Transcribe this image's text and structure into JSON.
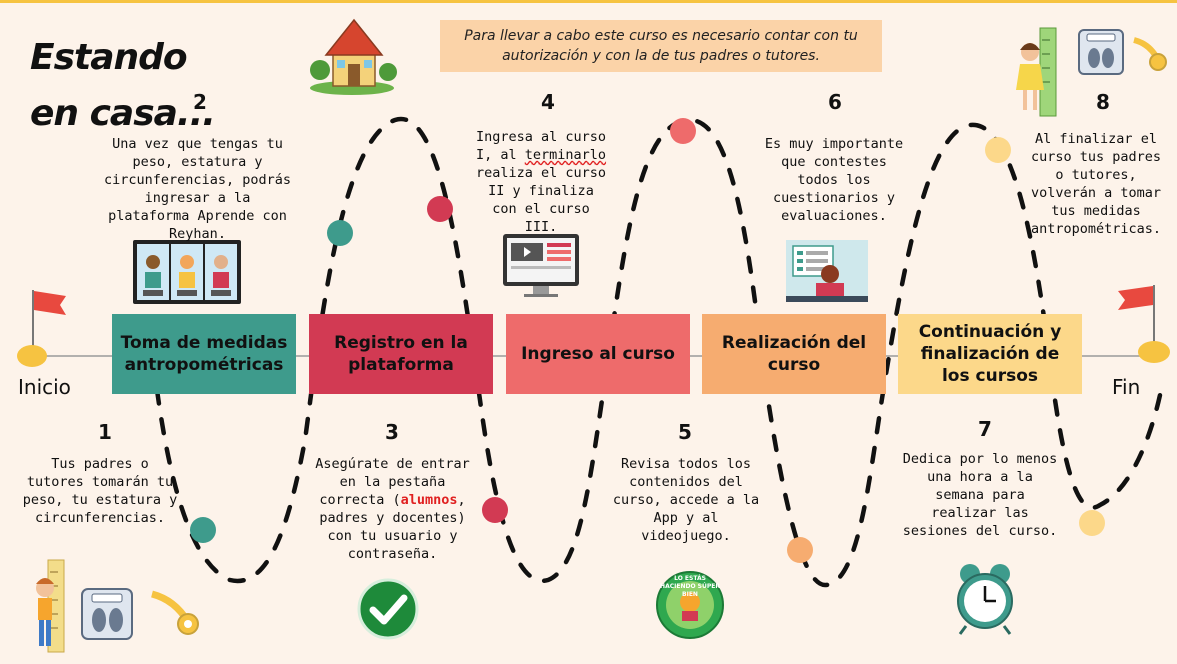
{
  "title": "Estando en casa...",
  "notice": "Para llevar a cabo este curso es necesario contar con tu autorización y con la de tus padres o tutores.",
  "start_label": "Inicio",
  "end_label": "Fin",
  "stages": [
    {
      "label": "Toma de medidas antropométricas",
      "color": "#3e9b8c"
    },
    {
      "label": "Registro en la plataforma",
      "color": "#d23a53"
    },
    {
      "label": "Ingreso al curso",
      "color": "#ee6b6b"
    },
    {
      "label": "Realización del curso",
      "color": "#f6ac70"
    },
    {
      "label": "Continuación y finalización de los cursos",
      "color": "#fcd88a"
    }
  ],
  "steps": [
    {
      "number": "1",
      "text": "Tus padres o tutores tomarán tu peso, tu estatura y circunferencias."
    },
    {
      "number": "2",
      "text": "Una vez que tengas tu peso, estatura y circunferencias, podrás ingresar a la plataforma Aprende con Reyhan."
    },
    {
      "number": "3",
      "text_before": "Asegúrate de entrar en la pestaña correcta (",
      "highlight": "alumnos",
      "text_after": ", padres y docentes) con tu usuario y contraseña."
    },
    {
      "number": "4",
      "text_before": "Ingresa al curso I, al ",
      "underline": "terminarlo",
      "text_after": " realiza el curso II y finaliza con el curso III."
    },
    {
      "number": "5",
      "text": "Revisa todos los contenidos del curso, accede a la App y al videojuego."
    },
    {
      "number": "6",
      "text": "Es muy importante que contestes todos los cuestionarios y evaluaciones."
    },
    {
      "number": "7",
      "text": "Dedica por lo menos una hora a la semana para realizar las sesiones del curso."
    },
    {
      "number": "8",
      "text": "Al finalizar el curso tus padres o tutores, volverán a tomar tus medidas antropométricas."
    }
  ],
  "badge_text": "LO ESTÁS HACIENDO SÚPER BIEN",
  "colors": {
    "background": "#fdf3ea",
    "notice_bg": "#fbd3a8",
    "flag": "#e8493f",
    "flag_base": "#f6c341",
    "dot_teal": "#3e9b8c",
    "dot_crimson": "#d23a53",
    "dot_coral": "#ee6b6b",
    "dot_orange": "#f6ac70",
    "dot_yellow": "#fcd88a"
  }
}
